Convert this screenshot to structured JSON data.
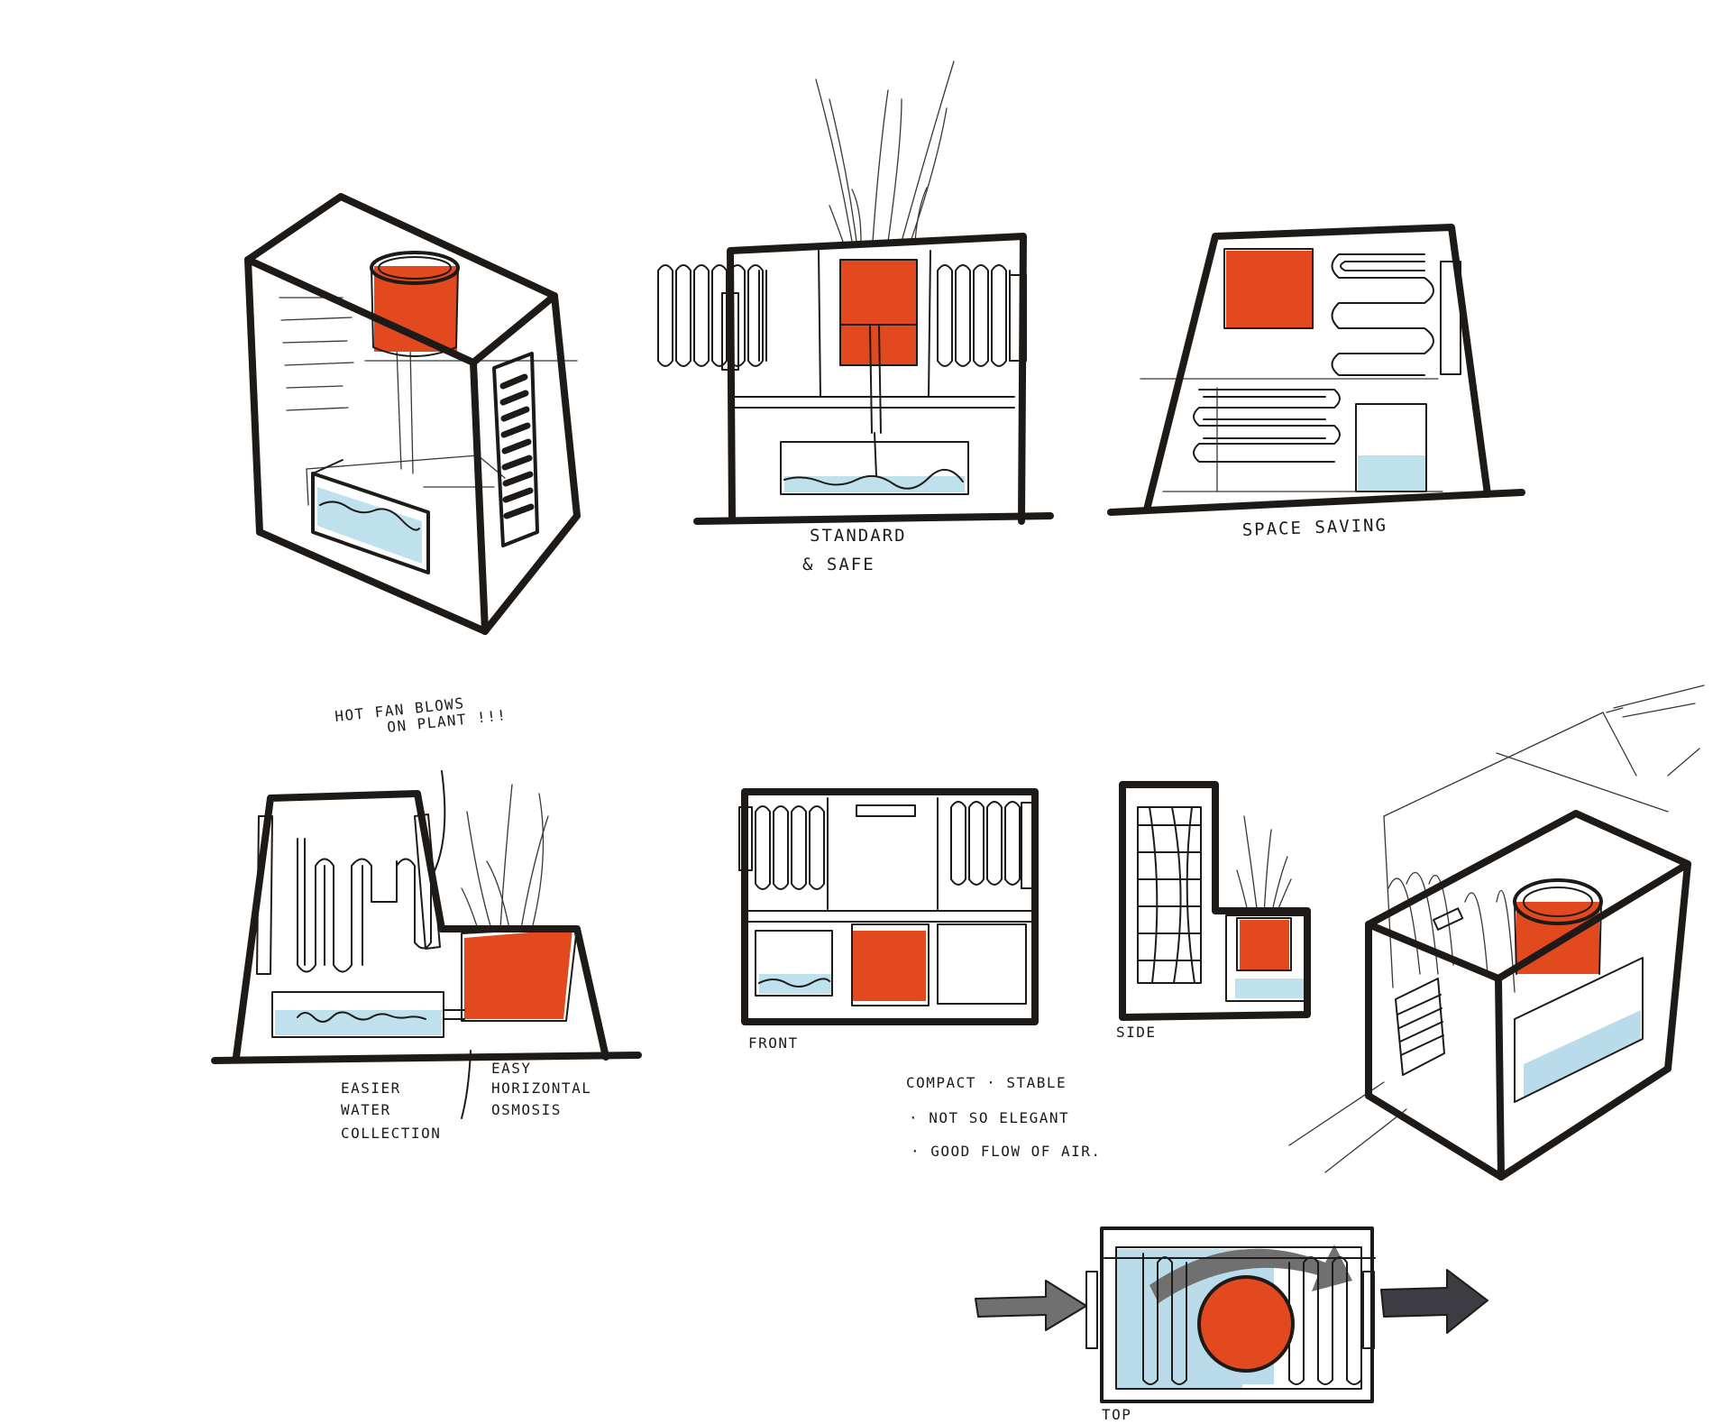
{
  "colors": {
    "ink": "#1e1a17",
    "heat_accent": "#e2491f",
    "water": "#bfe1ee",
    "airflow_in": "#707070",
    "airflow_out": "#3c3c42"
  },
  "labels": {
    "standard_line1": "STANDARD",
    "standard_line2": "& SAFE",
    "space_saving": "SPACE SAVING",
    "hot_fan_line1": "HOT FAN BLOWS",
    "hot_fan_line2": "ON PLANT !!!",
    "easier_line1": "EASIER",
    "easier_line2": "WATER",
    "easier_line3": "COLLECTION",
    "easy_line1": "EASY",
    "easy_line2": "HORIZONTAL",
    "easy_line3": "OSMOSIS",
    "front": "FRONT",
    "side": "SIDE",
    "note_line1": "COMPACT · STABLE",
    "note_line2": "· NOT SO ELEGANT",
    "note_line3": "· GOOD FLOW OF AIR.",
    "top": "TOP"
  }
}
